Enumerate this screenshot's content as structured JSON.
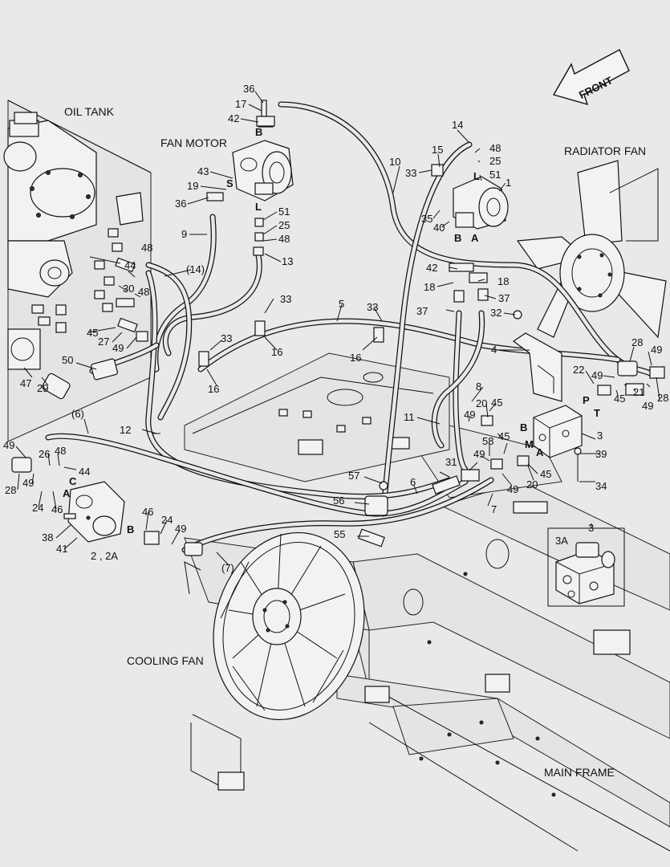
{
  "region_labels": {
    "oil_tank": "OIL TANK",
    "fan_motor": "FAN MOTOR",
    "radiator_fan": "RADIATOR FAN",
    "cooling_fan": "COOLING FAN",
    "main_frame": "MAIN FRAME",
    "front": "FRONT"
  },
  "port_letters": {
    "b_fan_motor": "B",
    "s": "S",
    "l_fan_motor": "L",
    "l_radiator": "L",
    "b_radiator": "B",
    "a_radiator": "A",
    "b_valve": "B",
    "p": "P",
    "t": "T",
    "m": "M",
    "a_valve": "A",
    "c_pump": "C",
    "a_pump": "A",
    "b_pump": "B"
  },
  "callouts": {
    "c36a": "36",
    "c17": "17",
    "c42a": "42",
    "c43": "43",
    "c19": "19",
    "c36b": "36",
    "c51a": "51",
    "c25a": "25",
    "c48a": "48",
    "c13": "13",
    "c9": "9",
    "c48b": "48",
    "c44a": "44",
    "c30": "30",
    "c48c": "48",
    "c14p": "(14)",
    "c45a": "45",
    "c27": "27",
    "c49a": "49",
    "c50": "50",
    "c47": "47",
    "c29": "29",
    "c6p": "(6)",
    "c12": "12",
    "c49b": "49",
    "c26": "26",
    "c48d": "48",
    "c44b": "44",
    "c28a": "28",
    "c49c": "49",
    "c24a": "24",
    "c46a": "46",
    "c38": "38",
    "c41": "41",
    "c2": "2 , 2A",
    "c46b": "46",
    "c24b": "24",
    "c49d": "49",
    "c7p": "(7)",
    "c14": "14",
    "c15": "15",
    "c33a": "33",
    "c10": "10",
    "c48e": "48",
    "c25b": "25",
    "c51b": "51",
    "c1": "1",
    "c35": "35",
    "c40": "40",
    "c42b": "42",
    "c18a": "18",
    "c18b": "18",
    "c37a": "37",
    "c37b": "37",
    "c32": "32",
    "c33b": "33",
    "c33c": "33",
    "c5": "5",
    "c33d": "33",
    "c16a": "16",
    "c16b": "16",
    "c16c": "16",
    "c4": "4",
    "c28b": "28",
    "c49e": "49",
    "c22": "22",
    "c49f": "49",
    "c28c": "28",
    "c45b": "45",
    "c21": "21",
    "c49g": "49",
    "c8": "8",
    "c20a": "20",
    "c45c": "45",
    "c49h": "49",
    "c11": "11",
    "c3": "3",
    "c58": "58",
    "c45d": "45",
    "c39": "39",
    "c31": "31",
    "c49i": "49",
    "c49j": "49",
    "c20b": "20",
    "c45e": "45",
    "c57": "57",
    "c6": "6",
    "c34": "34",
    "c56": "56",
    "c7": "7",
    "c55": "55",
    "c3b": "3",
    "c3a": "3A"
  }
}
